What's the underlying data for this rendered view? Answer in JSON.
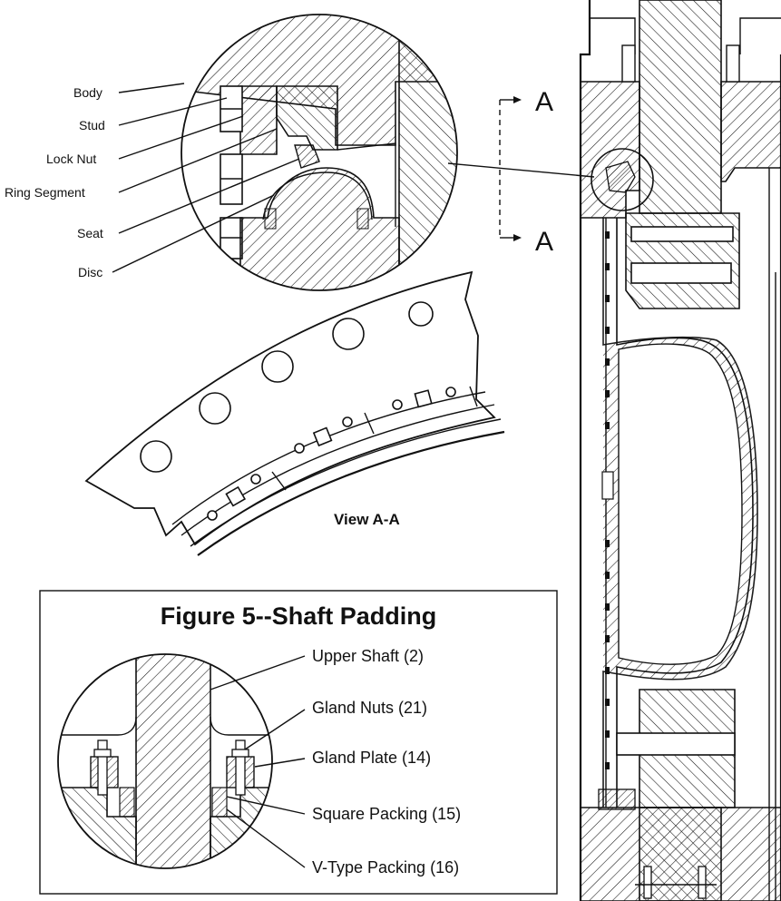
{
  "detail_labels": [
    "Body",
    "Stud",
    "Lock Nut",
    "Ring Segment",
    "Seat",
    "Disc"
  ],
  "section": {
    "top": "A",
    "bottom": "A"
  },
  "view_label": "View A-A",
  "figure": {
    "title": "Figure 5--Shaft Padding",
    "labels": [
      "Upper Shaft (2)",
      "Gland Nuts (21)",
      "Gland Plate (14)",
      "Square Packing (15)",
      "V-Type Packing (16)"
    ]
  },
  "colors": {
    "line": "#111111",
    "background": "#ffffff"
  }
}
